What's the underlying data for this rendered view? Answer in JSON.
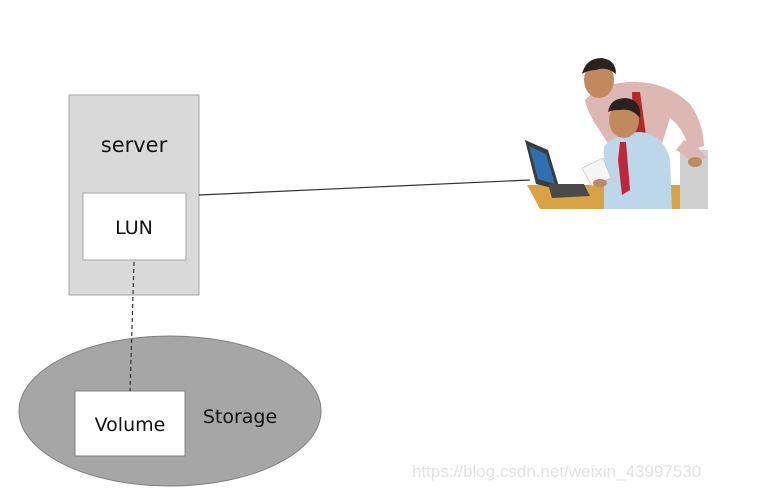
{
  "server": {
    "label": "server"
  },
  "lun": {
    "label": "LUN"
  },
  "storage": {
    "label": "Storage"
  },
  "volume": {
    "label": "Volume"
  },
  "watermark": "https://blog.csdn.net/weixin_43997530",
  "colors": {
    "server_fill": "#d9d9d9",
    "storage_fill": "#a6a6a6",
    "box_fill": "#ffffff",
    "line": "#333333"
  },
  "icons": {
    "users": "business-people-at-laptop-icon"
  }
}
